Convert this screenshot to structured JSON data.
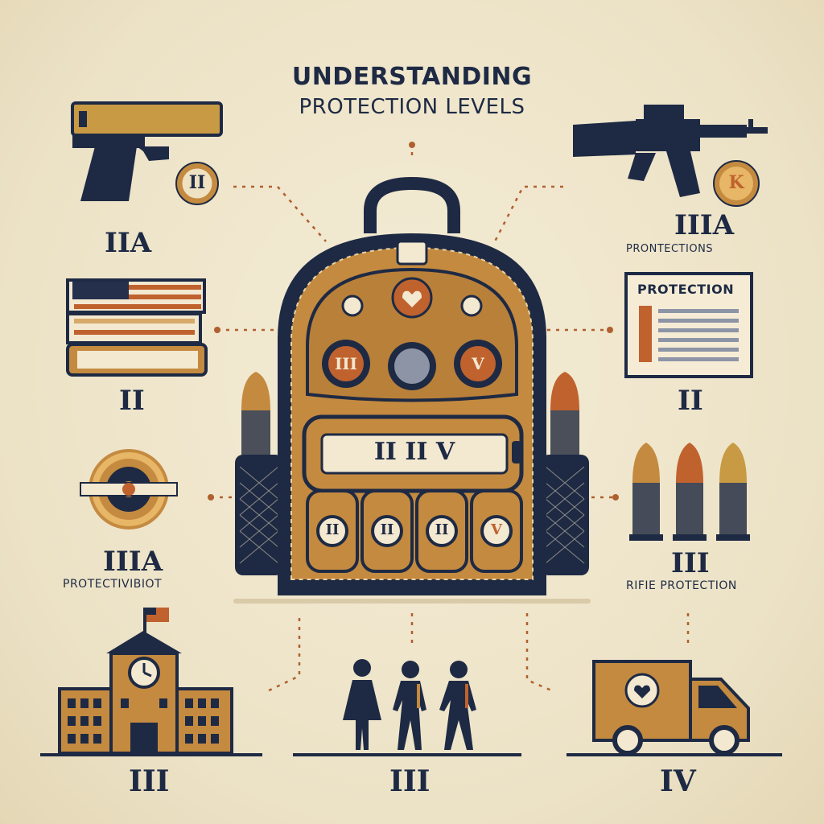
{
  "title": {
    "line1": "UNDERSTANDING",
    "line2": "PROTECTION LEVELS"
  },
  "left": [
    {
      "icon": "pistol-icon",
      "badge": "II",
      "level": "IIA",
      "caption": ""
    },
    {
      "icon": "books-icon",
      "level": "II",
      "caption": ""
    },
    {
      "icon": "target-icon",
      "level": "IIIA",
      "caption": "PROTECTIVIBIOT"
    }
  ],
  "right": [
    {
      "icon": "rifle-icon",
      "badge": "K",
      "level": "IIIA",
      "caption": "PRONTECTIONS"
    },
    {
      "icon": "document-icon",
      "doc_title": "PROTECTION",
      "level": "II",
      "caption": ""
    },
    {
      "icon": "bullets-icon",
      "level": "III",
      "caption": "RIFIE PROTECTION"
    }
  ],
  "bottom": [
    {
      "icon": "school-icon",
      "level": "III"
    },
    {
      "icon": "people-icon",
      "level": "III"
    },
    {
      "icon": "truck-icon",
      "level": "IV"
    }
  ],
  "backpack": {
    "pocket_label": "II  II  V",
    "pouch_badges": [
      "II",
      "II",
      "II",
      "V"
    ],
    "face_badges": [
      "III",
      "",
      "V"
    ]
  },
  "colors": {
    "background": "#efe6cf",
    "navy": "#1e2a44",
    "tan": "#c48a3f",
    "orange": "#c0622e",
    "connector": "#b0602e"
  }
}
